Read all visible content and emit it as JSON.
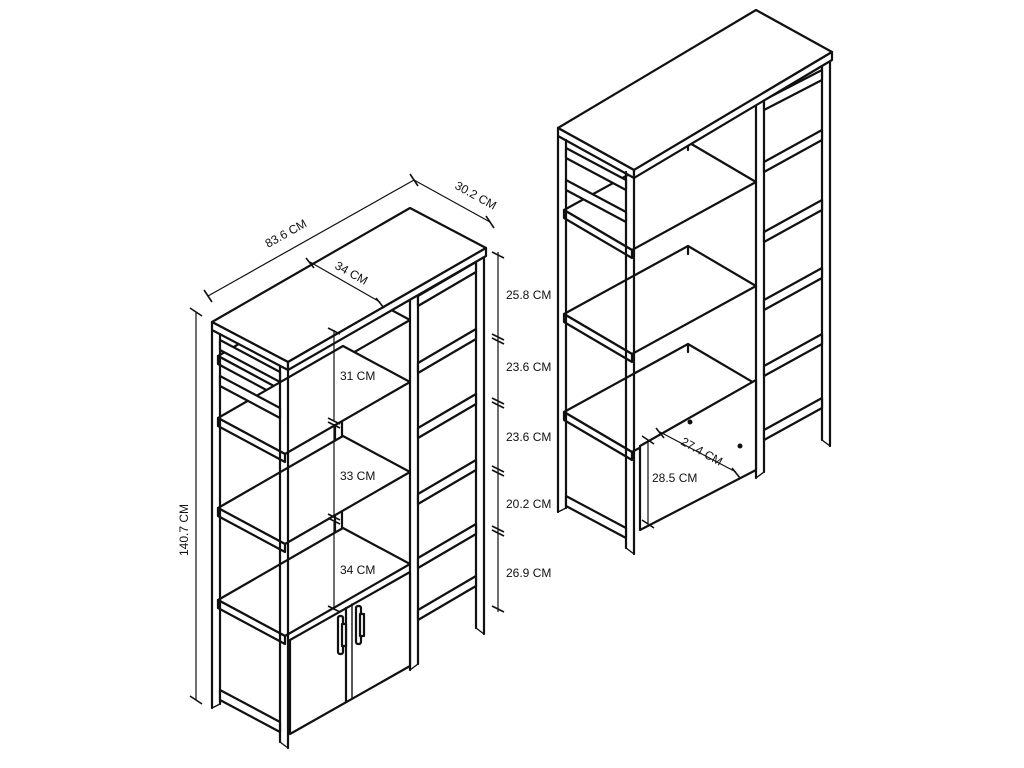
{
  "left_unit": {
    "dims": {
      "width": "83.6 CM",
      "depth": "30.2 CM",
      "inner_width": "34 CM",
      "height": "140.7 CM",
      "shelf_1": "25.8 CM",
      "shelf_2": "23.6 CM",
      "shelf_3": "23.6 CM",
      "shelf_4": "20.2 CM",
      "shelf_5": "26.9 CM",
      "gap_top": "31 CM",
      "gap_mid": "33 CM",
      "gap_bottom": "34 CM"
    }
  },
  "right_unit": {
    "dims": {
      "cabinet_depth": "27.4 CM",
      "cabinet_height": "28.5 CM"
    }
  },
  "colors": {
    "line": "#111111",
    "background": "#ffffff"
  }
}
